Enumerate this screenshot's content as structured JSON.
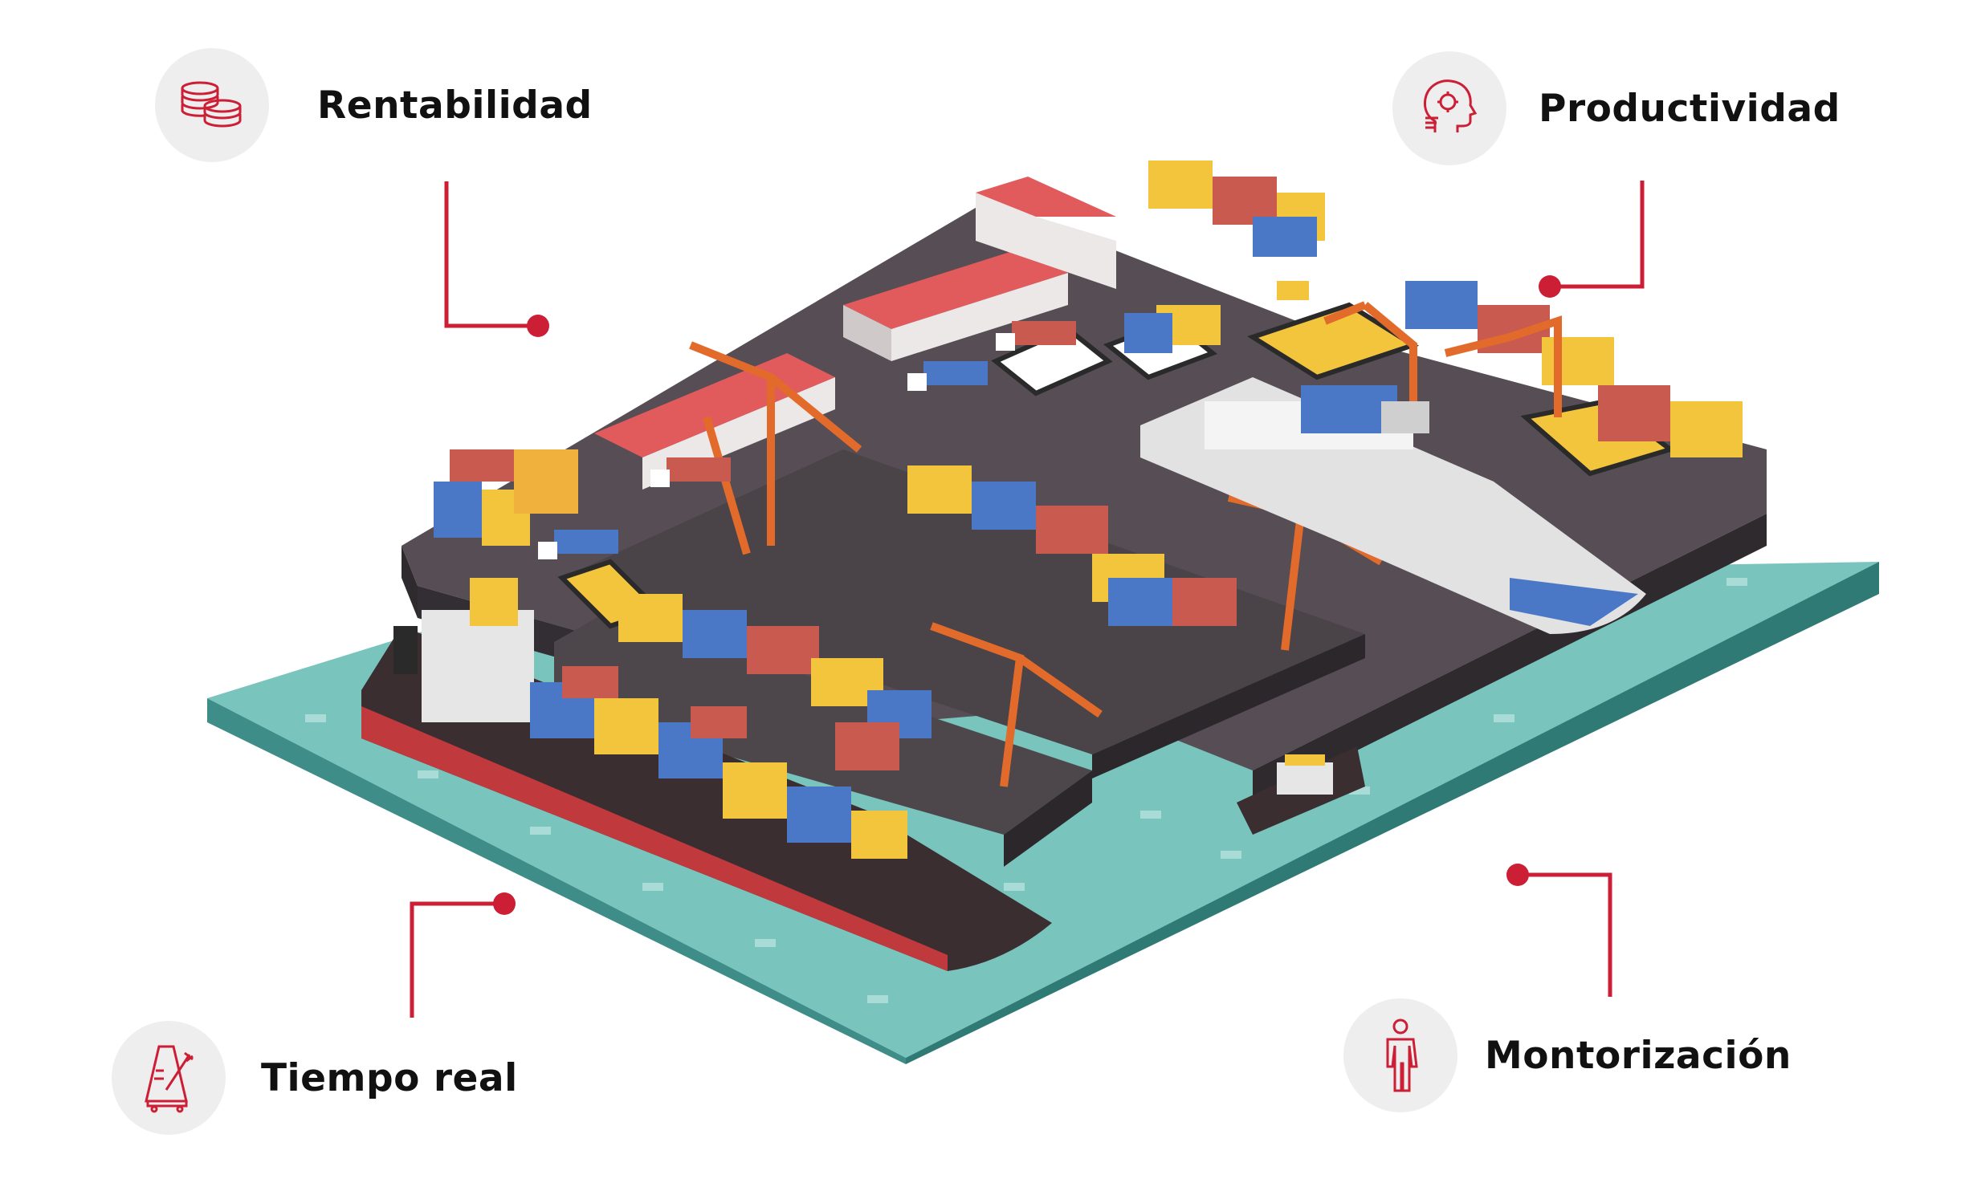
{
  "features": {
    "rentabilidad": {
      "label": "Rentabilidad",
      "icon": "coins-icon"
    },
    "productividad": {
      "label": "Productividad",
      "icon": "head-gear-icon"
    },
    "tiempo_real": {
      "label": "Tiempo real",
      "icon": "metronome-icon"
    },
    "monitorizacion": {
      "label": "Montorización",
      "icon": "person-icon"
    }
  },
  "colors": {
    "accent": "#cc1f36",
    "icon_bg": "#eeeeee",
    "water": "#79c4bd",
    "water_edge": "#3e8d88",
    "dock": "#4d464b",
    "hazard_yellow": "#f3c53c",
    "crane_orange": "#e26b2c",
    "warehouse_roof": "#e15a5c"
  }
}
